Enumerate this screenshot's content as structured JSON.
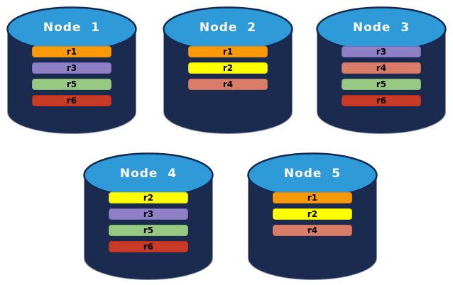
{
  "diagram": {
    "nodes": [
      {
        "label": "Node  1",
        "replicas": [
          "r1",
          "r3",
          "r5",
          "r6"
        ]
      },
      {
        "label": "Node  2",
        "replicas": [
          "r1",
          "r2",
          "r4"
        ]
      },
      {
        "label": "Node  3",
        "replicas": [
          "r3",
          "r4",
          "r5",
          "r6"
        ]
      },
      {
        "label": "Node  4",
        "replicas": [
          "r2",
          "r3",
          "r5",
          "r6"
        ]
      },
      {
        "label": "Node  5",
        "replicas": [
          "r1",
          "r2",
          "r4"
        ]
      }
    ],
    "replica_colors": {
      "r1": {
        "fill": "#FA9A0A",
        "border": "#DD8500"
      },
      "r2": {
        "fill": "#FFFF00",
        "border": "#D9D900"
      },
      "r3": {
        "fill": "#8F7FC5",
        "border": "#7968B6"
      },
      "r4": {
        "fill": "#DA7D68",
        "border": "#C26C5A"
      },
      "r5": {
        "fill": "#97C983",
        "border": "#7FB56C"
      },
      "r6": {
        "fill": "#C93A27",
        "border": "#A92F1E"
      }
    },
    "cylinder_colors": {
      "body": "#1B2B4F",
      "top": "#2E9BD8",
      "top_border": "#142A52",
      "outline": "#8D97A8"
    },
    "background": "#FFFFFF"
  }
}
